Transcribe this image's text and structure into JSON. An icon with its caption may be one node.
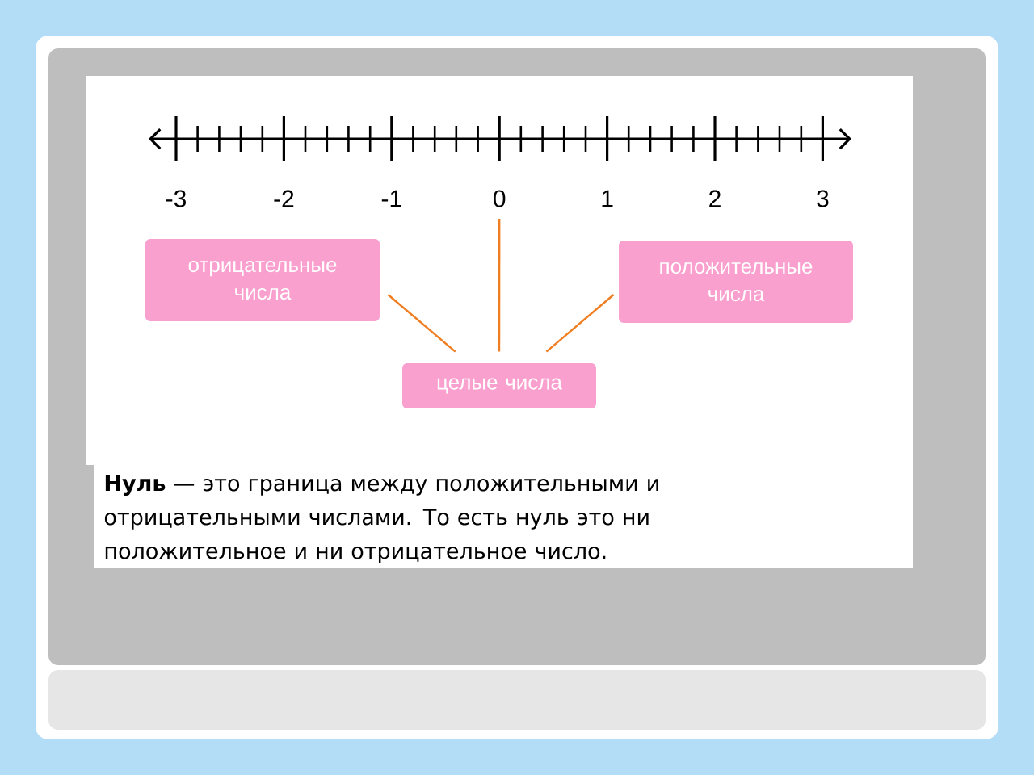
{
  "diagram": {
    "nodes": [
      {
        "text": [
          "отрицательные числа"
        ]
      },
      {
        "text": [
          "положительные числа"
        ]
      },
      {
        "text": [
          "целые числа"
        ]
      },
      {
        "text": [
          "0"
        ]
      }
    ],
    "edges": [
      {
        "from": 0,
        "to": 2,
        "arrow": "none"
      },
      {
        "from": 3,
        "to": 2,
        "arrow": "none"
      },
      {
        "from": 1,
        "to": 2,
        "arrow": "none"
      }
    ],
    "labels": [
      "-3",
      "-2",
      "-1",
      "1",
      "2",
      "3",
      "**Нуль** — это граница между положительными и отрицательными числами. То есть нуль это ни положительное и ни отрицательное число."
    ]
  }
}
